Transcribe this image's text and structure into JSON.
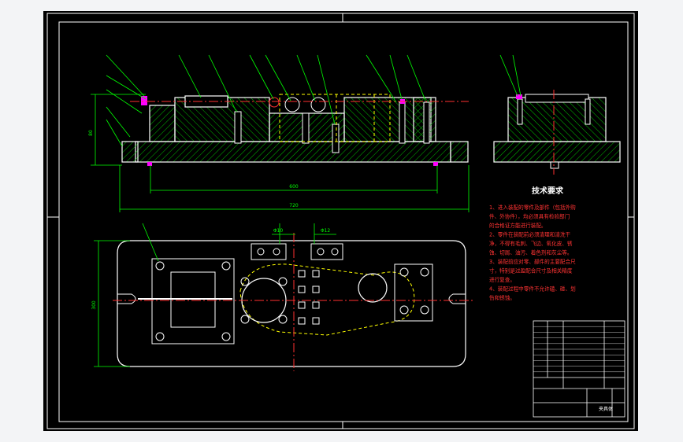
{
  "colors": {
    "background_outer": "#f3f4f6",
    "canvas": "#000000",
    "frame": "#ffffff",
    "outline": "#ffffff",
    "hatch": "#00c000",
    "dimension": "#00ff00",
    "centerline": "#ff3030",
    "hidden": "#ffff00",
    "accent_magenta": "#ff00ff",
    "accent_cyan": "#00ffff",
    "text_note": "#ff3333",
    "note_heading": "#ffffff"
  },
  "dimensions": {
    "height_left": "80",
    "inner_length": "600",
    "overall_length": "720",
    "plan_height": "300",
    "callout_a": "Φ10",
    "callout_b": "Φ12"
  },
  "technical_requirements": {
    "title": "技术要求",
    "lines": [
      "1、进入装配的零件及部件（包括外购",
      "件、外协件），均必须具有检验部门",
      "的合格证方能进行装配。",
      "2、零件在装配前必须清理和清洗干",
      "净，不得有毛刺、飞边、氧化皮、锈",
      "蚀、切屑、油污、着色剂和灰尘等。",
      "3、装配前应对零、部件的主要配合尺",
      "寸，特别是过盈配合尺寸及相关精度",
      "进行复查。",
      "4、装配过程中零件不允许磕、碰、划",
      "伤和锈蚀。"
    ]
  },
  "title_block": {
    "drawing_name": "夹具体"
  }
}
